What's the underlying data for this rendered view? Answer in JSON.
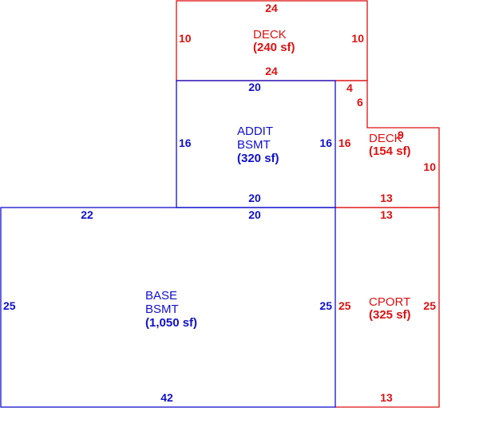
{
  "sketch": {
    "colors": {
      "living": "#1010cc",
      "exterior": "#dd1111"
    },
    "deck_top": {
      "label": "DECK",
      "area": "(240 sf)",
      "dim_top": "24",
      "dim_left": "10",
      "dim_right": "10",
      "dim_bottom": "24"
    },
    "addit": {
      "label1": "ADDIT",
      "label2": "BSMT",
      "area": "(320 sf)",
      "dim_top": "20",
      "dim_left": "16",
      "dim_right": "16",
      "dim_bottom": "20"
    },
    "deck_right": {
      "label": "DECK",
      "area": "(154 sf)",
      "dim_step_top": "4",
      "dim_step_side": "6",
      "dim_top": "9",
      "dim_left": "16",
      "dim_right": "10",
      "dim_bottom": "13"
    },
    "base": {
      "label1": "BASE",
      "label2": "BSMT",
      "area": "(1,050 sf)",
      "dim_top_left": "22",
      "dim_top_mid": "20",
      "dim_left": "25",
      "dim_right": "25",
      "dim_bottom": "42"
    },
    "cport": {
      "label": "CPORT",
      "area": "(325 sf)",
      "dim_top": "13",
      "dim_left": "25",
      "dim_right": "25",
      "dim_bottom": "13"
    }
  }
}
